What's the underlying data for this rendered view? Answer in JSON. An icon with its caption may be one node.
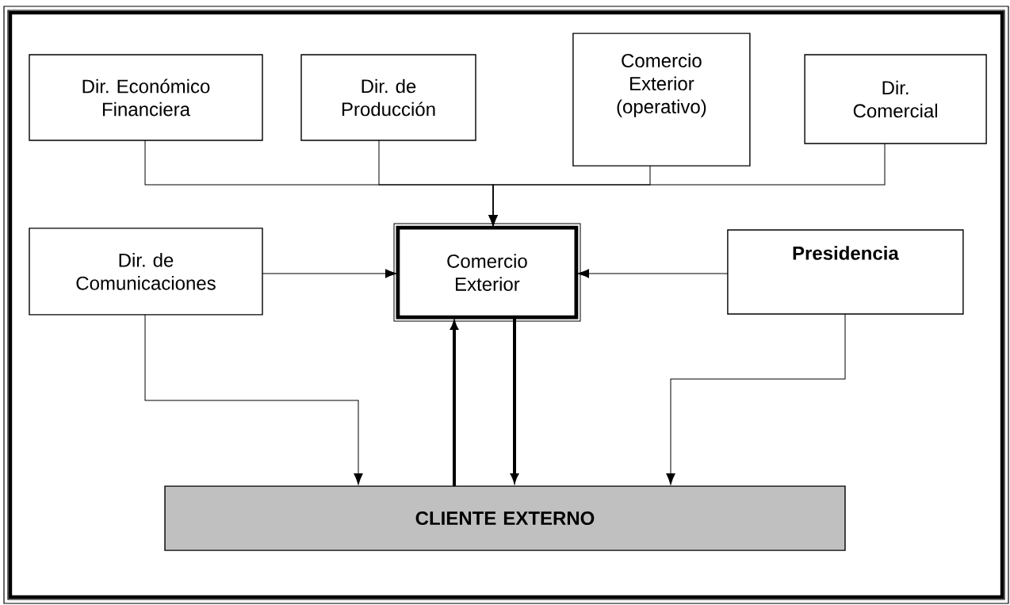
{
  "diagram": {
    "nodes": [
      {
        "text": [
          "Dir. Económico Financiera"
        ]
      },
      {
        "text": [
          "Dir. de Producción"
        ]
      },
      {
        "text": [
          "Comercio Exterior (operativo)"
        ]
      },
      {
        "text": [
          "Dir. Comercial"
        ]
      },
      {
        "text": [
          "Dir. de Comunicaciones"
        ]
      },
      {
        "text": [
          "Comercio Exterior"
        ]
      },
      {
        "text": [
          "Presidencia"
        ]
      },
      {
        "text": [
          "CLIENTE EXTERNO"
        ]
      }
    ],
    "edges": [
      {
        "from": 0,
        "to": 5,
        "arrow": "to"
      },
      {
        "from": 1,
        "to": 5,
        "arrow": "to"
      },
      {
        "from": 2,
        "to": 5,
        "arrow": "to"
      },
      {
        "from": 3,
        "to": 5,
        "arrow": "to"
      },
      {
        "from": 4,
        "to": 5,
        "arrow": "to"
      },
      {
        "from": 6,
        "to": 5,
        "arrow": "to"
      },
      {
        "from": 4,
        "to": 7,
        "arrow": "to"
      },
      {
        "from": 7,
        "to": 5,
        "arrow": "to",
        "style": "thick"
      },
      {
        "from": 5,
        "to": 7,
        "arrow": "to",
        "style": "thick"
      },
      {
        "from": 6,
        "to": 7,
        "arrow": "to"
      }
    ]
  }
}
